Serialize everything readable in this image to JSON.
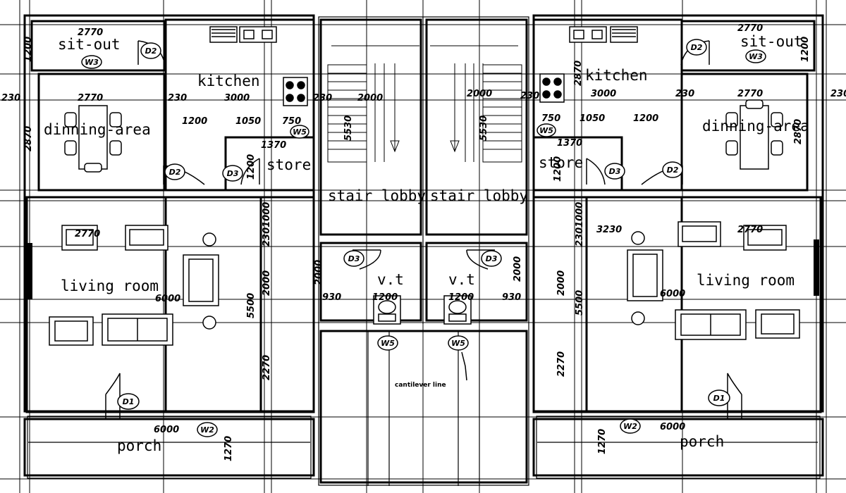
{
  "rooms": {
    "sit_out": "sit-out",
    "kitchen": "kitchen",
    "dinning_area": "dinning-area",
    "store": "store",
    "stair_lobby": "stair lobby",
    "living_room": "living room",
    "vt": "v.t",
    "porch": "porch"
  },
  "tags": {
    "d1": "D1",
    "d2": "D2",
    "d3": "D3",
    "w2": "W2",
    "w3": "W3",
    "w5": "W5"
  },
  "dims": {
    "d2770": "2770",
    "d1200": "1200",
    "d3000": "3000",
    "d230": "230",
    "d2870": "2870",
    "d1050": "1050",
    "d750": "750",
    "d1370": "1370",
    "d2000": "2000",
    "d5530": "5530",
    "d2301000": "2301000",
    "d930": "930",
    "d5500": "5500",
    "d6000": "6000",
    "d2270": "2270",
    "d1270": "1270",
    "d3230": "3230"
  },
  "notes": {
    "cantilever": "cantilever line"
  }
}
